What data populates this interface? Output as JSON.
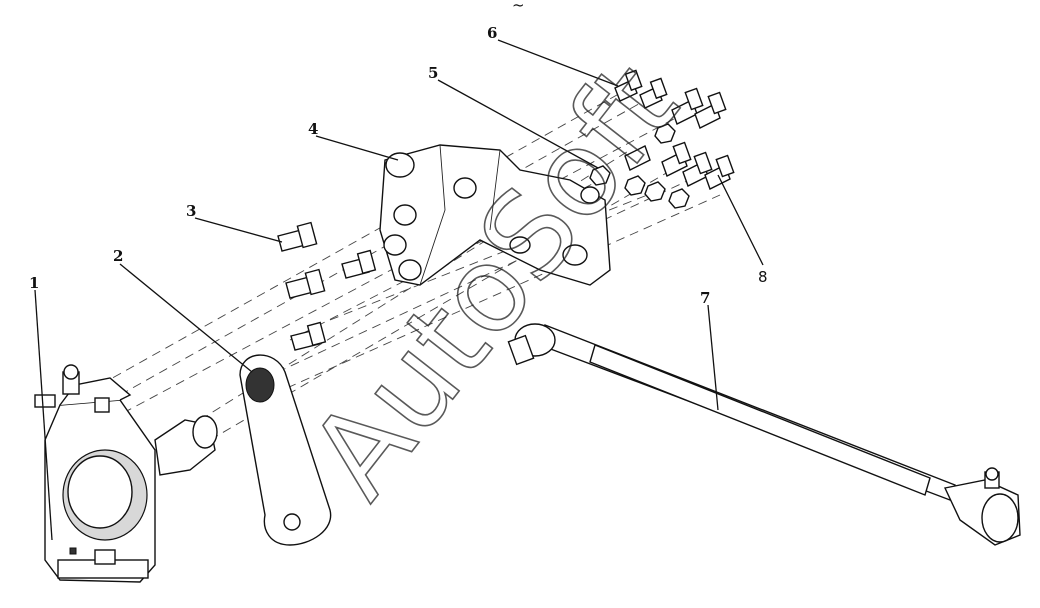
{
  "diagram": {
    "callouts": [
      {
        "id": "1",
        "label": "1"
      },
      {
        "id": "2",
        "label": "2"
      },
      {
        "id": "3",
        "label": "3"
      },
      {
        "id": "4",
        "label": "4"
      },
      {
        "id": "5",
        "label": "5"
      },
      {
        "id": "6",
        "label": "6"
      },
      {
        "id": "7",
        "label": "7"
      },
      {
        "id": "8",
        "label": "8"
      }
    ],
    "watermark": "AutoSoft",
    "header_mark": "~"
  }
}
